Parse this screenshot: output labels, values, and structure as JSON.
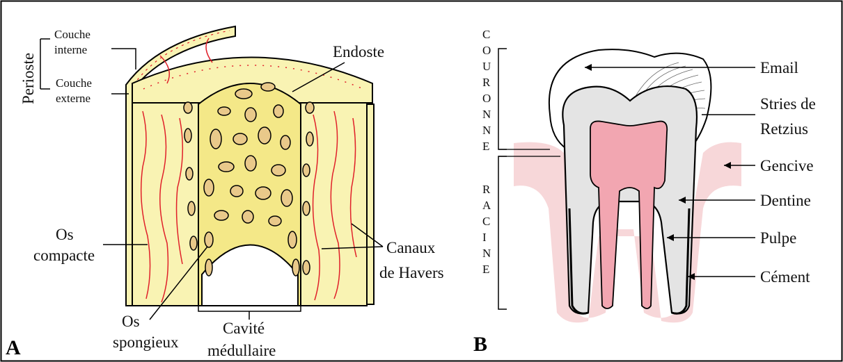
{
  "panel_a": {
    "letter": "A",
    "periosteum": "Perioste",
    "inner_layer": [
      "Couche",
      "interne"
    ],
    "outer_layer": [
      "Couche",
      "externe"
    ],
    "endosteum": "Endoste",
    "compact_bone": [
      "Os",
      "compacte"
    ],
    "spongy_bone": [
      "Os",
      "spongieux"
    ],
    "havers_canals": [
      "Canaux",
      "de Havers"
    ],
    "medullary_cavity": [
      "Cavité",
      "médullaire"
    ]
  },
  "panel_b": {
    "letter": "B",
    "crown_letters": [
      "C",
      "O",
      "U",
      "R",
      "O",
      "N",
      "N",
      "E"
    ],
    "root_letters": [
      "R",
      "A",
      "C",
      "I",
      "N",
      "E"
    ],
    "enamel": "Email",
    "retzius": [
      "Stries de",
      "Retzius"
    ],
    "gum": "Gencive",
    "dentin": "Dentine",
    "pulp": "Pulpe",
    "cementum": "Cément"
  },
  "colors": {
    "bone_fill": "#f9f3b3",
    "bone_inner": "#f4e888",
    "trabecula": "#e9c98a",
    "havers_red": "#e0202a",
    "gum_pink": "#f7d7d9",
    "pulp_pink": "#f2a6b1",
    "dentin_gray": "#e4e4e4"
  }
}
